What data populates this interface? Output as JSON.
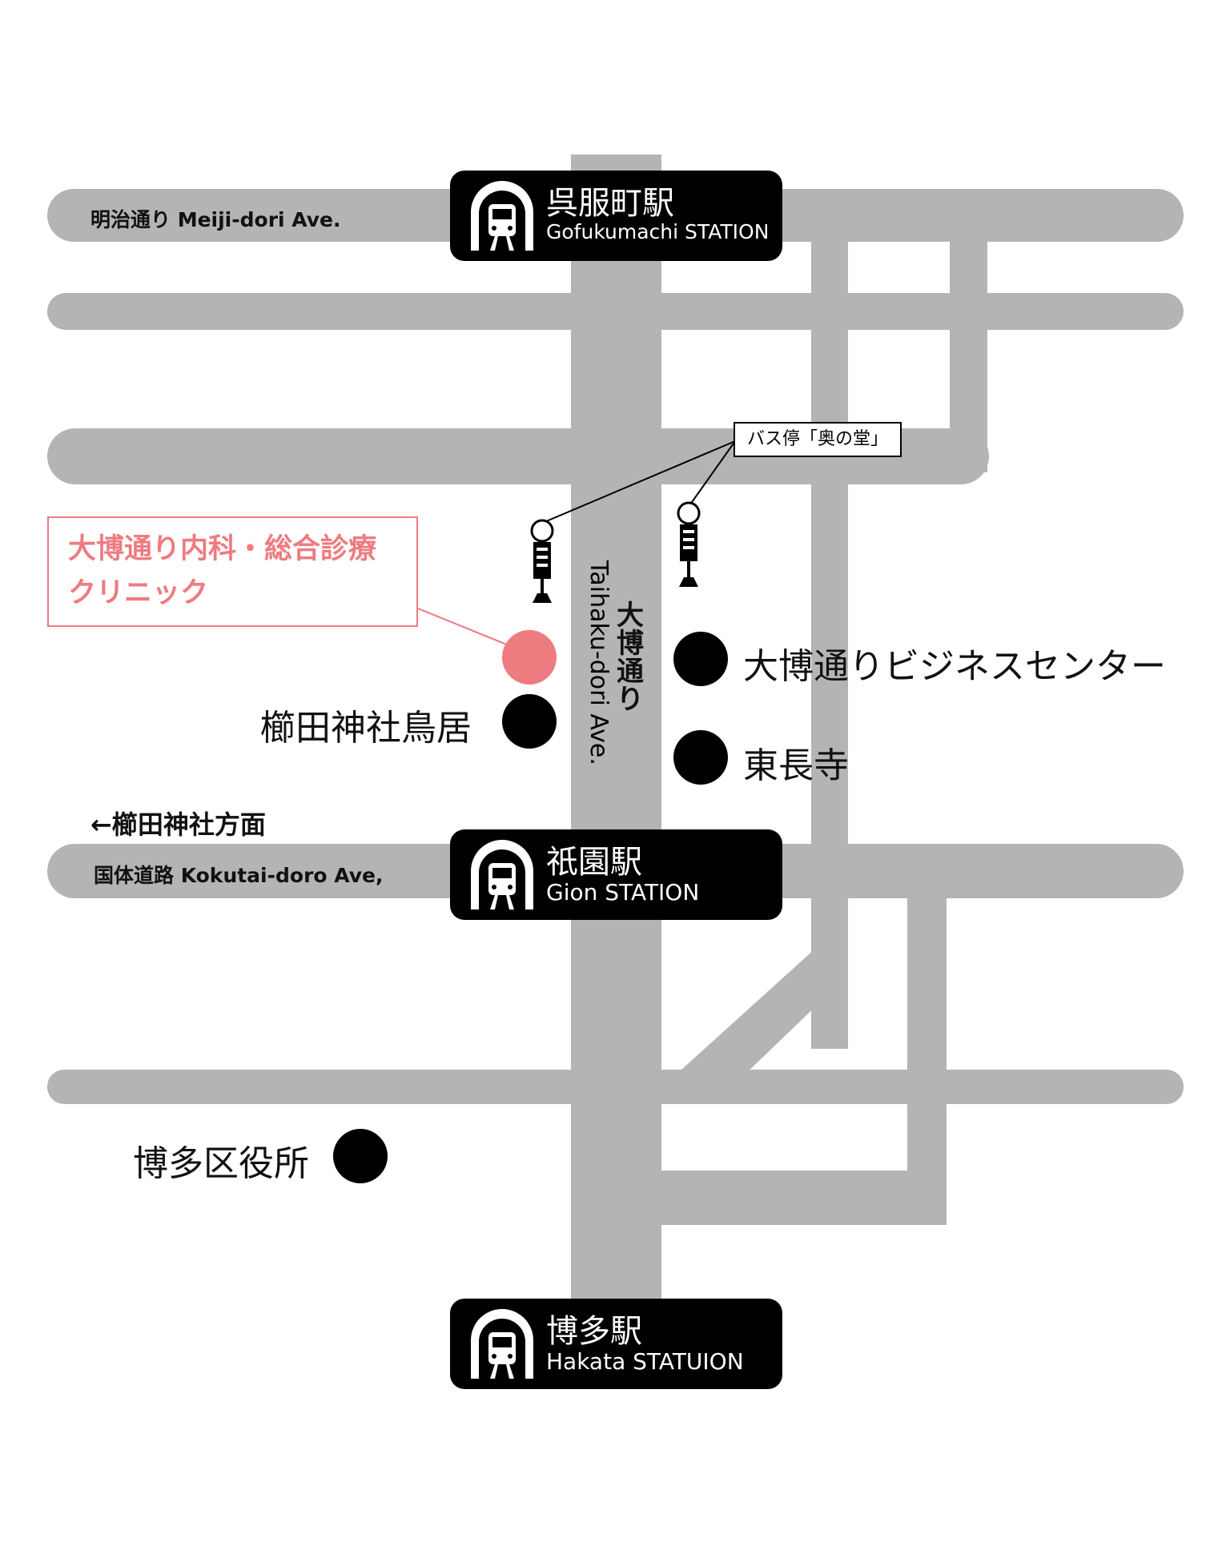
{
  "roads": {
    "meiji": "明治通り Meiji-dori Ave.",
    "kokutai": "国体道路 Kokutai-doro Ave,",
    "taihaku_en": "Taihaku-dori Ave.",
    "taihaku_jp": "大博通り",
    "kushida_direction": "←櫛田神社方面"
  },
  "stations": [
    {
      "jp": "呉服町駅",
      "en": "Gofukumachi STATION",
      "icon": "subway-train-icon"
    },
    {
      "jp": "祇園駅",
      "en": "Gion STATION",
      "icon": "subway-train-icon"
    },
    {
      "jp": "博多駅",
      "en": "Hakata STATUION",
      "icon": "subway-train-icon"
    }
  ],
  "bus_stop": {
    "label": "バス停「奥の堂」",
    "icon": "bus-stop-pole-icon"
  },
  "clinic": {
    "line1": "大博通り内科・総合診療",
    "line2": "クリニック",
    "color": "#ee7b80"
  },
  "landmarks": {
    "kushida_torii": "櫛田神社鳥居",
    "business_center": "大博通りビジネスセンター",
    "tochoji": "東長寺",
    "ward_office": "博多区役所"
  },
  "colors": {
    "road": "#b4b4b4",
    "station": "#000000",
    "clinic": "#ee7b80"
  }
}
